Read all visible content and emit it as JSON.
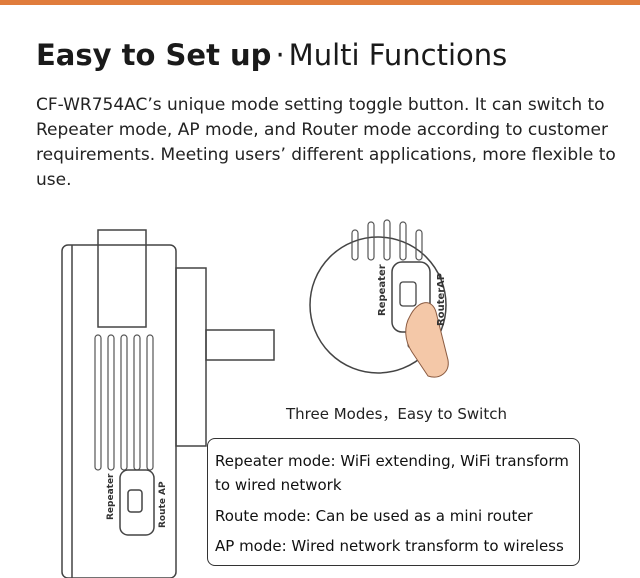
{
  "heading": {
    "bold": "Easy to Set up",
    "separator": "·",
    "light": "Multi Functions"
  },
  "description": "CF-WR754AC’s unique mode setting toggle button. It can switch to Repeater mode, AP mode, and Router mode according to customer requirements. Meeting users’   different applications, more flexible to use.",
  "switch_labels": {
    "left": "Repeater",
    "right_a": "Router",
    "right_b": "AP",
    "small_left": "Repeater",
    "small_right": "Route AP"
  },
  "caption": "Three Modes，Easy to Switch",
  "modes": {
    "line1": "Repeater mode: WiFi extending, WiFi transform",
    "line2": "to wired network",
    "line3": "Route mode: Can be used as a mini router",
    "line4": "AP mode: Wired network transform to wireless"
  },
  "colors": {
    "accent_bar": "#e07c3c",
    "line_art": "#444444",
    "skin": "#f4c8a8"
  }
}
